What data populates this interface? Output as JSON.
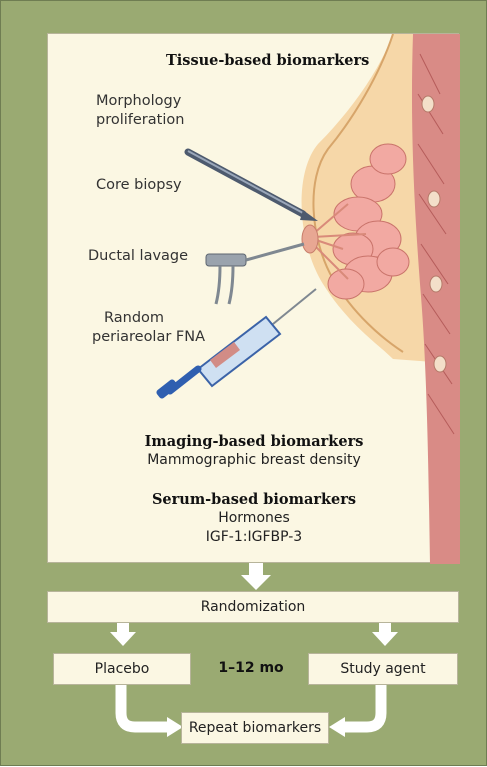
{
  "tissue": {
    "title": "Tissue-based biomarkers",
    "labels": [
      "Morphology proliferation",
      "Core biopsy",
      "Ductal lavage",
      "Random periareolar FNA"
    ],
    "morph_line1": "Morphology",
    "morph_line2": "proliferation",
    "core": "Core biopsy",
    "ductal": "Ductal lavage",
    "fna_line1": "Random",
    "fna_line2": "periareolar FNA"
  },
  "imaging": {
    "title": "Imaging-based biomarkers",
    "item": "Mammographic breast density"
  },
  "serum": {
    "title": "Serum-based biomarkers",
    "item1": "Hormones",
    "item2": "IGF-1:IGFBP-3"
  },
  "flow": {
    "randomization": "Randomization",
    "placebo": "Placebo",
    "duration": "1–12 mo",
    "agent": "Study agent",
    "repeat": "Repeat biomarkers"
  },
  "colors": {
    "background": "#9aaa72",
    "panel": "#fbf7e3",
    "arrow": "#ffffff"
  }
}
